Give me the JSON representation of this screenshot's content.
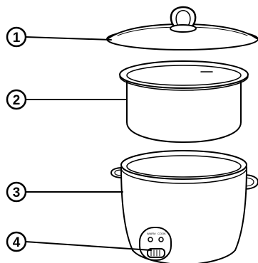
{
  "colors": {
    "line": "#000000",
    "fill": "#ffffff"
  },
  "callouts": [
    {
      "number": "1",
      "part": "lid"
    },
    {
      "number": "2",
      "part": "inner-pot"
    },
    {
      "number": "3",
      "part": "cooker-body"
    },
    {
      "number": "4",
      "part": "control-switch"
    }
  ],
  "control_panel": {
    "labels": [
      "WARM",
      "COOK"
    ]
  }
}
